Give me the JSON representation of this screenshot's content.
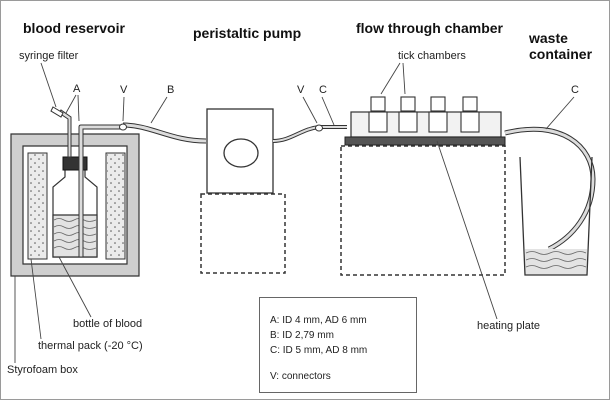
{
  "headings": {
    "blood_reservoir": "blood reservoir",
    "peristaltic_pump": "peristaltic pump",
    "flow_through_chamber": "flow through chamber",
    "waste_container_line1": "waste",
    "waste_container_line2": "container"
  },
  "labels": {
    "syringe_filter": "syringe filter",
    "tick_chambers": "tick chambers",
    "tube_a": "A",
    "connector_v_left": "V",
    "tube_b": "B",
    "connector_v_right": "V",
    "tube_c_mid": "C",
    "tube_c_right": "C",
    "bottle_of_blood": "bottle of blood",
    "thermal_pack": "thermal pack (-20 °C)",
    "styrofoam_box": "Styrofoam box",
    "heating_plate": "heating plate"
  },
  "legend": {
    "a": "A: ID 4 mm, AD 6 mm",
    "b": "B: ID 2,79 mm",
    "c": "C: ID 5 mm, AD 8 mm",
    "v": "V:  connectors"
  },
  "colors": {
    "styrofoam": "#cfcfcf",
    "thermal_pack": "#ebebeb",
    "heating_plate": "#555555",
    "tube": "#dcdcdc",
    "outline": "#333333"
  }
}
